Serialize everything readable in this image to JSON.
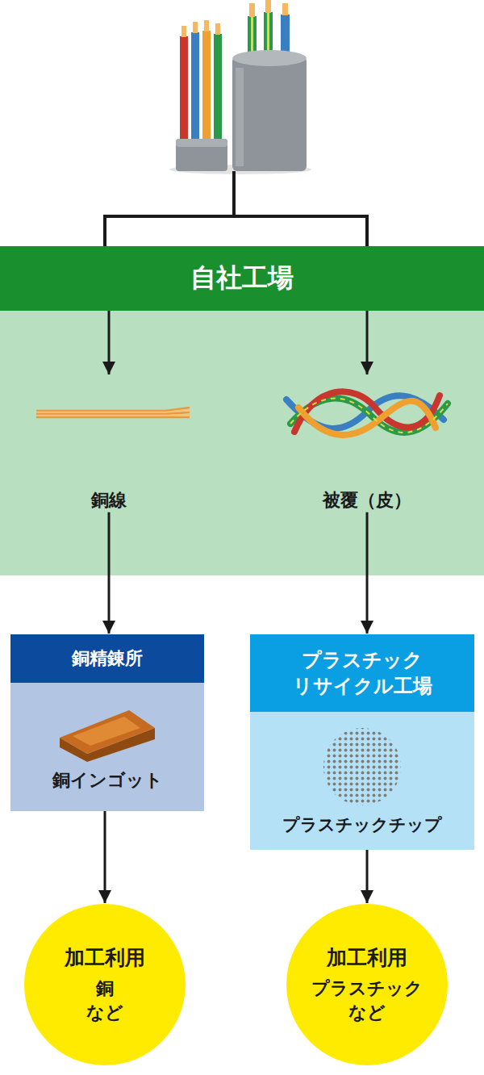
{
  "diagram": {
    "nodes": [
      {
        "text": [
          "自社工場"
        ]
      },
      {
        "text": [
          "銅線"
        ],
        "in": 0
      },
      {
        "text": [
          "被覆（皮）"
        ],
        "in": 0
      },
      {
        "text": [
          "銅精錬所",
          "銅インゴット"
        ]
      },
      {
        "text": [
          "プラスチック リサイクル工場",
          "プラスチックチップ"
        ]
      },
      {
        "text": [
          "加工利用",
          "銅 など"
        ]
      },
      {
        "text": [
          "加工利用",
          "プラスチック など"
        ]
      }
    ],
    "edges": [
      {
        "from": 0,
        "to": 1,
        "arrow": "to"
      },
      {
        "from": 0,
        "to": 2,
        "arrow": "to"
      },
      {
        "from": 1,
        "to": 3,
        "arrow": "to"
      },
      {
        "from": 2,
        "to": 4,
        "arrow": "to"
      },
      {
        "from": 3,
        "to": 5,
        "arrow": "to"
      },
      {
        "from": 4,
        "to": 6,
        "arrow": "to"
      }
    ]
  }
}
